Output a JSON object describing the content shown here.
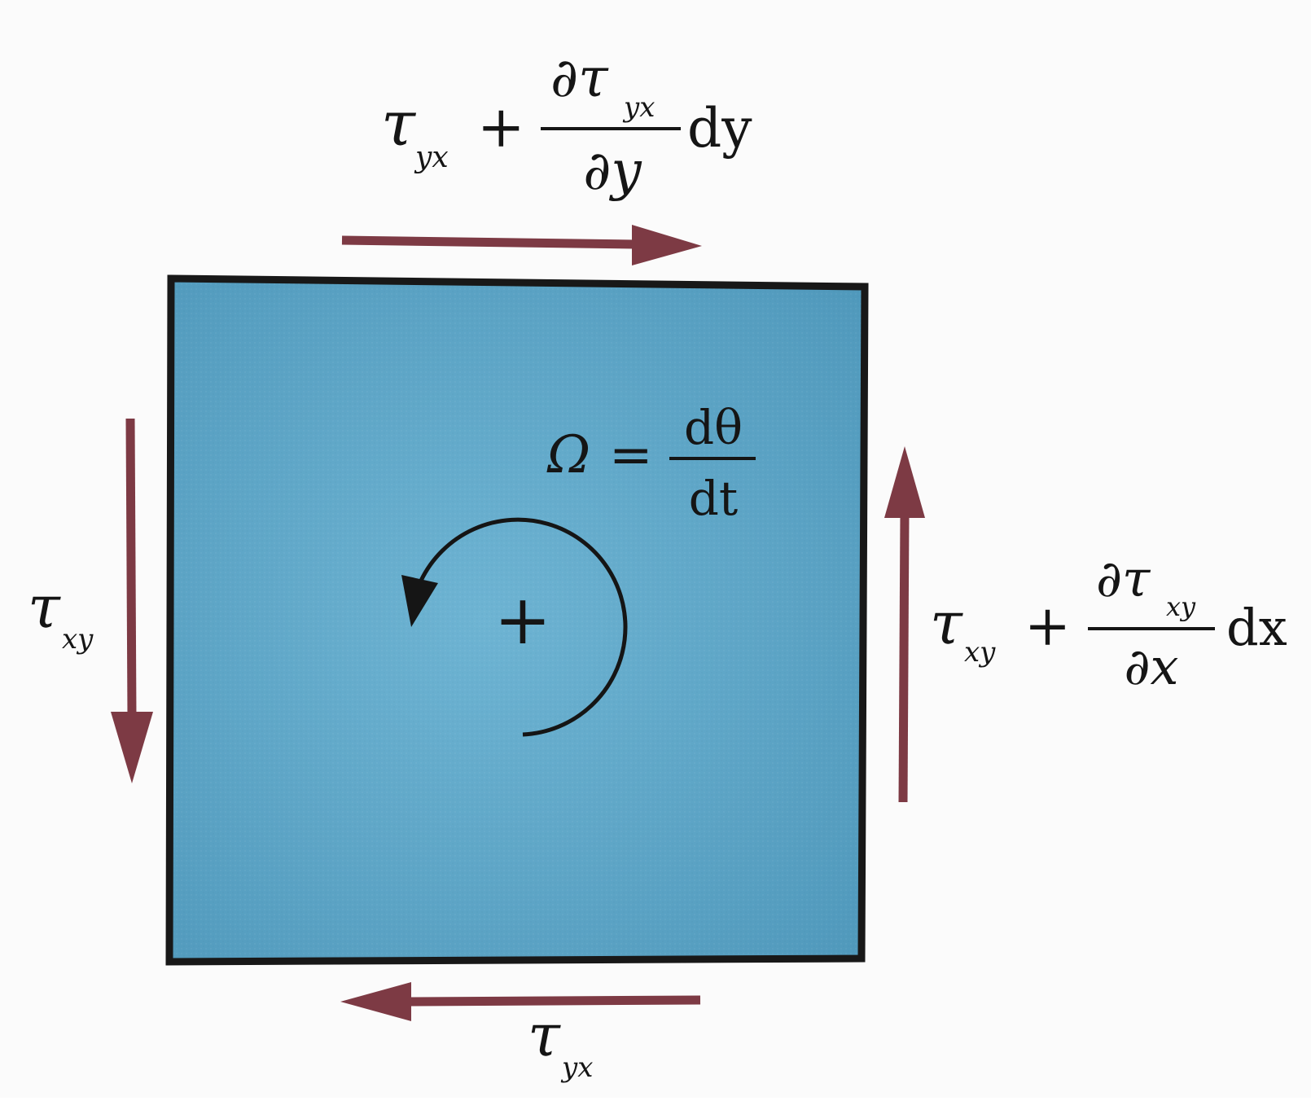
{
  "colors": {
    "element_fill": "#6eb4d3",
    "element_fill_edge": "#4f98bb",
    "element_border": "#181818",
    "arrow": "#7d3a44",
    "text": "#151515",
    "background": "#fbfbfb"
  },
  "labels": {
    "top_shear": {
      "symbol": "τ",
      "subscript": "yx",
      "plus": "+",
      "partial_num": "∂τ",
      "partial_num_sub": "yx",
      "partial_den": "∂y",
      "differential": "dy"
    },
    "right_shear": {
      "symbol": "τ",
      "subscript": "xy",
      "plus": "+",
      "partial_num": "∂τ",
      "partial_num_sub": "xy",
      "partial_den": "∂x",
      "differential": "dx"
    },
    "left_shear": {
      "symbol": "τ",
      "subscript": "xy"
    },
    "bottom_shear": {
      "symbol": "τ",
      "subscript": "yx"
    },
    "rotation": {
      "omega": "Ω",
      "equals": "=",
      "numerator": "dθ",
      "denominator": "dt",
      "sign": "+"
    }
  },
  "icons": {
    "rotation_arrow": "counterclockwise-arc-arrow-icon",
    "shear_arrows": "straight-arrow-icon"
  }
}
